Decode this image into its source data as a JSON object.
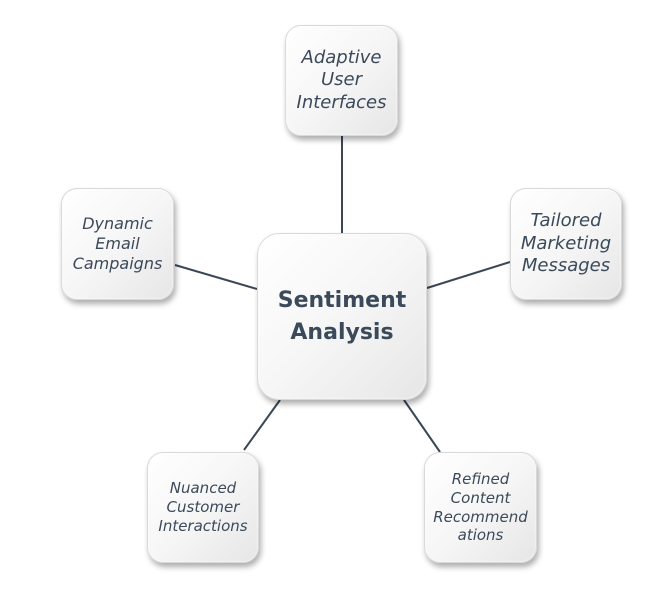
{
  "center": {
    "label": "Sentiment\nAnalysis"
  },
  "nodes": {
    "adaptive": "Adaptive\nUser\nInterfaces",
    "tailored": "Tailored\nMarketing\nMessages",
    "dynamic": "Dynamic\nEmail\nCampaigns",
    "nuanced": "Nuanced\nCustomer\nInteractions",
    "refined": "Refined\nContent\nRecommend\nations"
  }
}
